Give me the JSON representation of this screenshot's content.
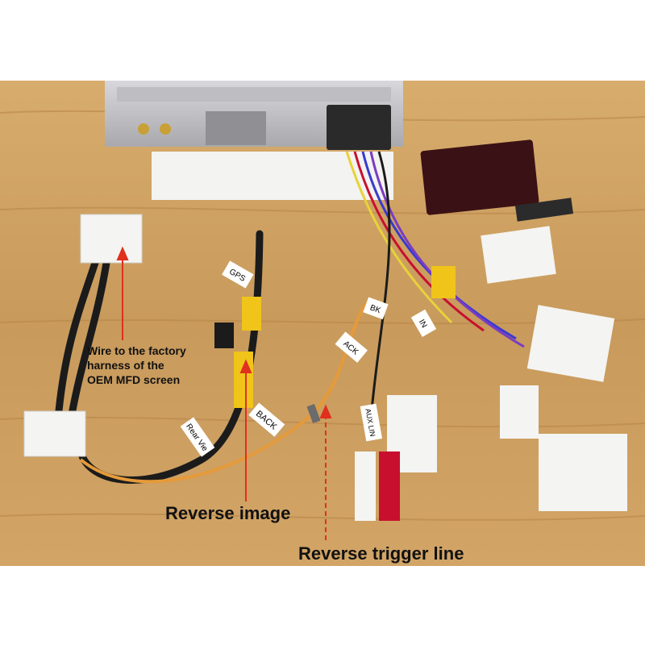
{
  "annotations": {
    "factory_harness": [
      "Wire to the factory",
      "harness of the",
      "OEM MFD screen"
    ],
    "reverse_image": "Reverse image",
    "reverse_trigger": "Reverse trigger line"
  },
  "wire_tags": {
    "rear_view": "Rear Vie",
    "back": "BACK",
    "gps": "GPS",
    "ack": "ACK",
    "aux_lin": "AUX LIN",
    "in": "IN",
    "bk": "BK"
  },
  "colors": {
    "table": "#c99a5e",
    "arrow": "#e0301e",
    "connector": "#f4f4f2",
    "rca_yellow": "#f0c419",
    "rca_red": "#c8102e",
    "trigger_wire": "#e59a3a"
  }
}
